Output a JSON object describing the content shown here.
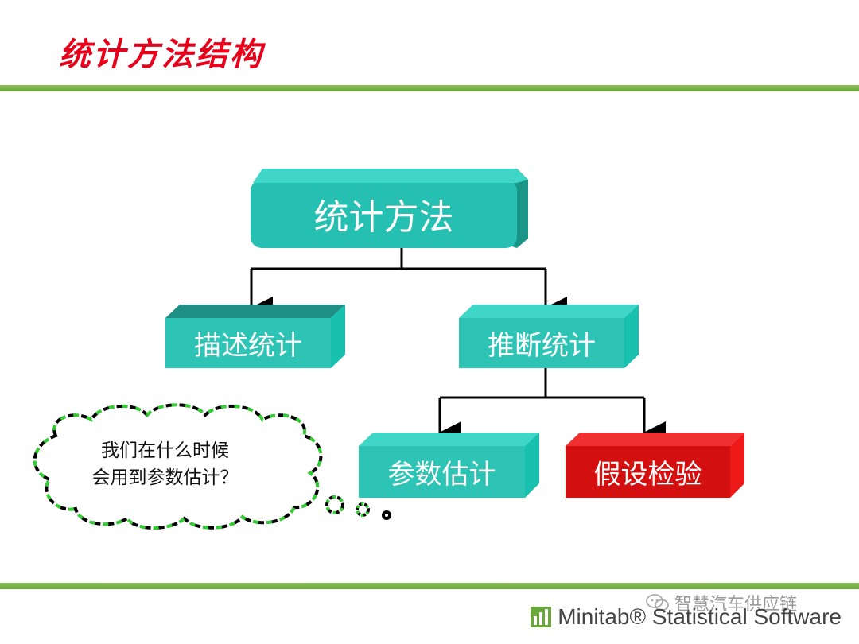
{
  "slide": {
    "title": "统计方法结构"
  },
  "diagram": {
    "root": "统计方法",
    "level1": [
      "描述统计",
      "推断统计"
    ],
    "level2": [
      "参数估计",
      "假设检验"
    ]
  },
  "thought_bubble": {
    "line1": "我们在什么时候",
    "line2": "会用到参数估计？"
  },
  "footer": {
    "watermark": "智慧汽车供应链",
    "brand": "Minitab® Statistical Software"
  },
  "colors": {
    "teal": "#2cc6b6",
    "teal_dark": "#1a9a8c",
    "red": "#d81010",
    "green_rule": "#7ab648",
    "title_red": "#e8001a"
  }
}
